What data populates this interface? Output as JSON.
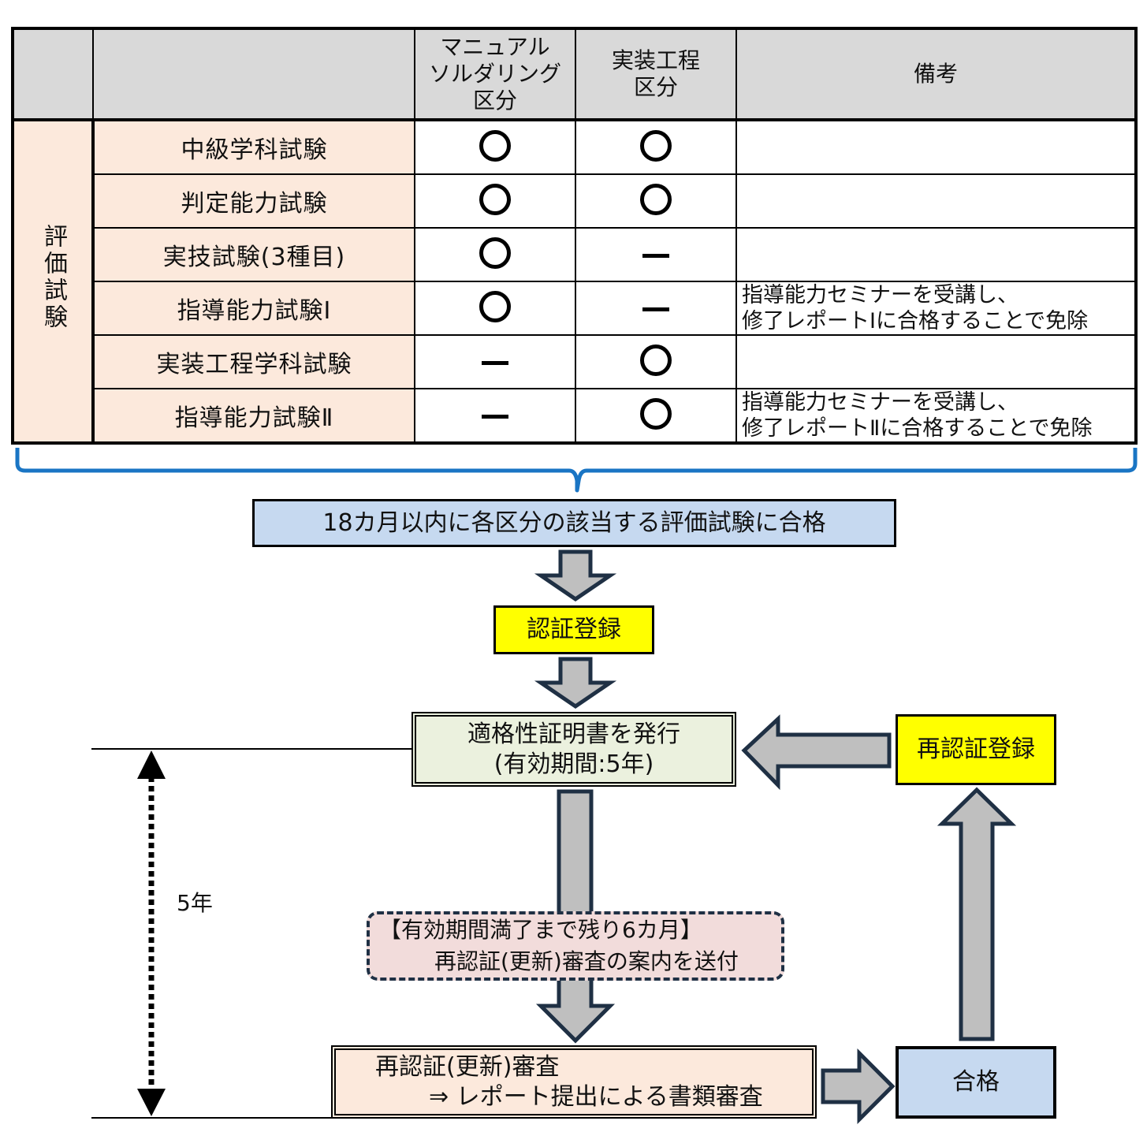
{
  "table": {
    "headers": {
      "group": "",
      "exam": "",
      "manual_soldering": [
        "マニュアル",
        "ソルダリング",
        "区分"
      ],
      "mounting_process": [
        "実装工程",
        "区分"
      ],
      "remarks": "備考"
    },
    "group_label": "評価試験",
    "rows": [
      {
        "exam": "中級学科試験",
        "manual_soldering": "○",
        "mounting_process": "○",
        "remarks": [
          "",
          ""
        ]
      },
      {
        "exam": "判定能力試験",
        "manual_soldering": "○",
        "mounting_process": "○",
        "remarks": [
          "",
          ""
        ]
      },
      {
        "exam": "実技試験(3種目)",
        "manual_soldering": "○",
        "mounting_process": "－",
        "remarks": [
          "",
          ""
        ]
      },
      {
        "exam": "指導能力試験Ⅰ",
        "manual_soldering": "○",
        "mounting_process": "－",
        "remarks": [
          "指導能力セミナーを受講し、",
          "修了レポートⅠに合格することで免除"
        ]
      },
      {
        "exam": "実装工程学科試験",
        "manual_soldering": "－",
        "mounting_process": "○",
        "remarks": [
          "",
          ""
        ]
      },
      {
        "exam": "指導能力試験Ⅱ",
        "manual_soldering": "－",
        "mounting_process": "○",
        "remarks": [
          "指導能力セミナーを受講し、",
          "修了レポートⅡに合格することで免除"
        ]
      }
    ]
  },
  "flow": {
    "pass_within_18_months": "18カ月以内に各区分の該当する評価試験に合格",
    "certification_registration": "認証登録",
    "issue_certificate": {
      "line1": "適格性証明書を発行",
      "line2": "(有効期間:5年)"
    },
    "recertification_registration": "再認証登録",
    "notice": {
      "line1": "【有効期間満了まで残り6カ月】",
      "line2": "再認証(更新)審査の案内を送付"
    },
    "renewal_review": {
      "line1": "再認証(更新)審査",
      "line2": "⇒  レポート提出による書類審査"
    },
    "pass": "合格",
    "validity_period_label": "5年"
  },
  "colors": {
    "header_gray": "#d9d9d9",
    "peach": "#fce9dc",
    "light_blue": "#c6d9f0",
    "yellow": "#ffff00",
    "light_green": "#ebf1de",
    "pink": "#f2dcdb",
    "arrow_fill": "#bfbfbf",
    "arrow_stroke": "#1f3044",
    "brace_blue": "#1a75c4"
  }
}
